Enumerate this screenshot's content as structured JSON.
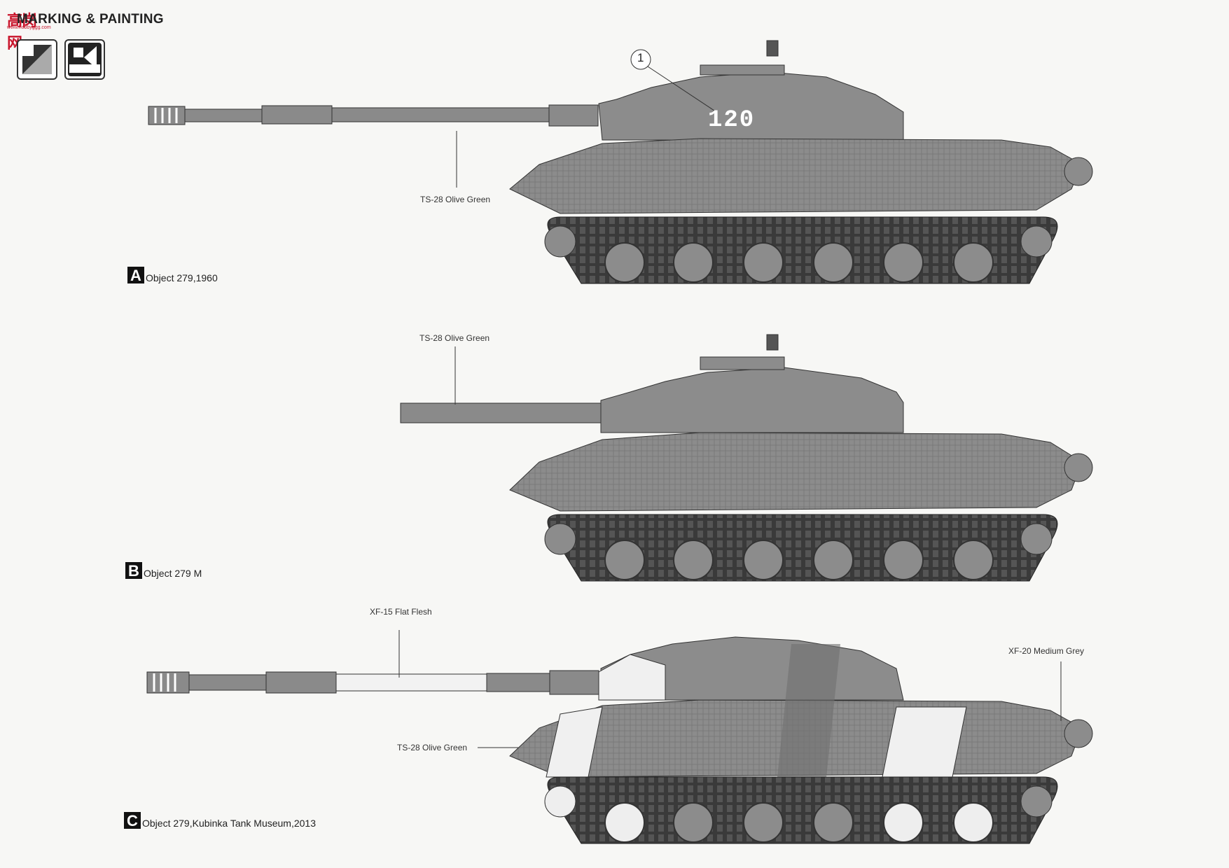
{
  "header": {
    "title": "MARKING & PAINTING",
    "logo_text": "高岗网",
    "logo_sub": "www.hobbyggg.com"
  },
  "legend_icons": [
    {
      "name": "paint-finish-icon"
    },
    {
      "name": "decal-application-icon"
    }
  ],
  "profiles": [
    {
      "letter": "A",
      "label": "Object 279,1960",
      "callouts": [
        "TS-28 Olive Green"
      ],
      "marking_number": "120",
      "decal_ref": "1"
    },
    {
      "letter": "B",
      "label": "Object 279 M",
      "callouts": [
        "TS-28 Olive Green"
      ]
    },
    {
      "letter": "C",
      "label": "Object 279,Kubinka Tank Museum,2013",
      "callouts": [
        "XF-15 Flat Flesh",
        "XF-20 Medium Grey",
        "TS-28 Olive Green"
      ]
    }
  ],
  "colors": {
    "olive_green": "#8b8b8b",
    "flat_flesh": "#f2f2f2",
    "medium_grey": "#a9a9a9",
    "dark_track": "#3a3a3a"
  }
}
